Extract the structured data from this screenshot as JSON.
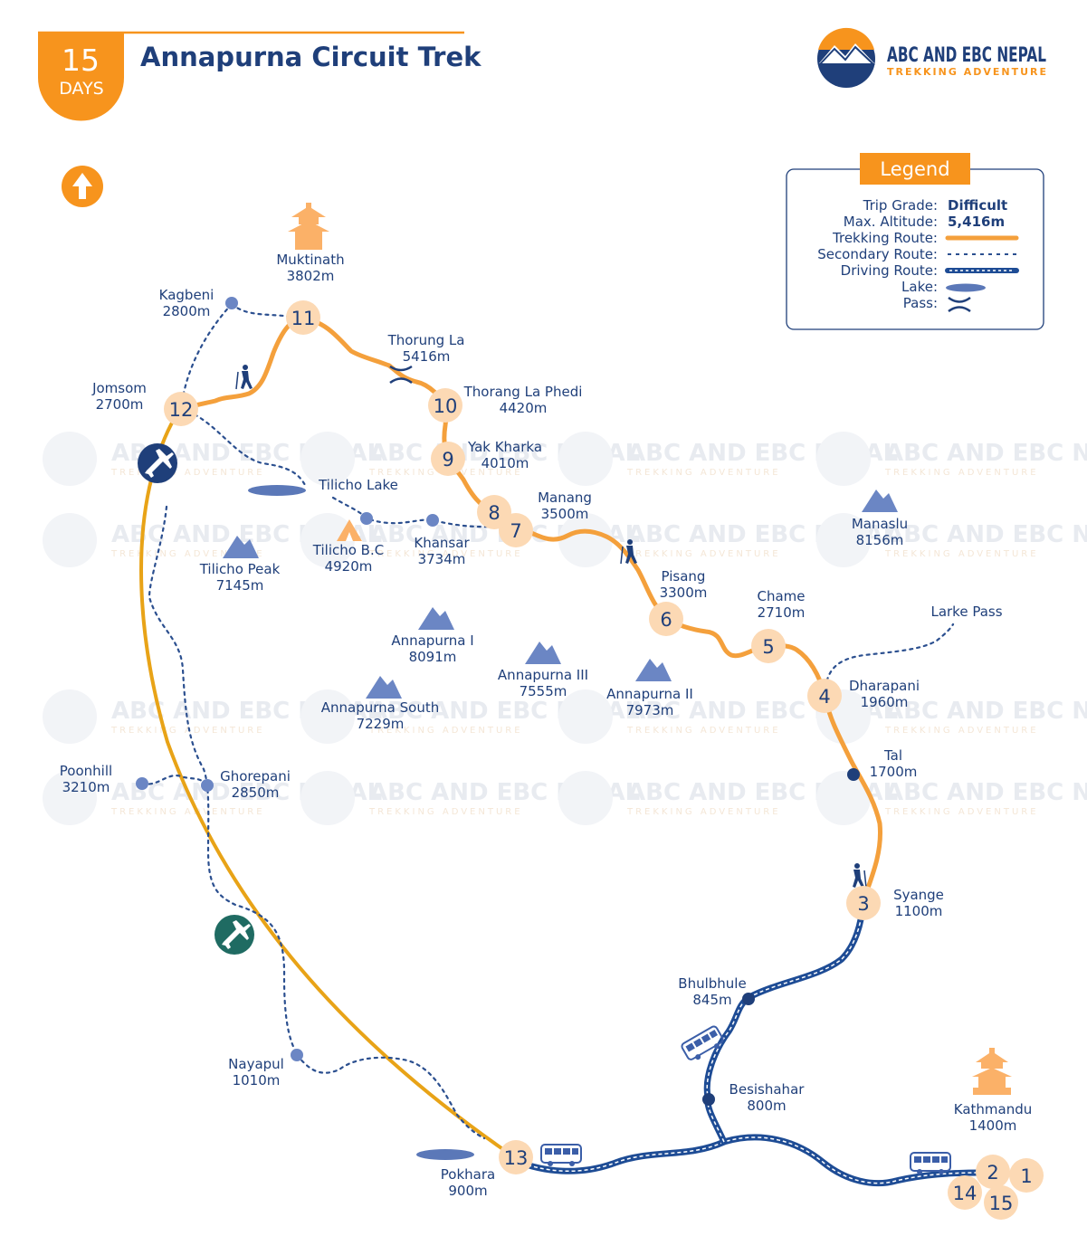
{
  "header": {
    "days_number": "15",
    "days_label": "DAYS",
    "title": "Annapurna Circuit Trek"
  },
  "brand": {
    "name": "ABC AND EBC NEPAL",
    "tagline": "TREKKING ADVENTURE"
  },
  "legend": {
    "title": "Legend",
    "trip_grade_label": "Trip Grade:",
    "trip_grade_value": "Difficult",
    "max_altitude_label": "Max. Altitude:",
    "max_altitude_value": "5,416m",
    "trekking_route_label": "Trekking Route:",
    "secondary_route_label": "Secondary Route:",
    "driving_route_label": "Driving Route:",
    "lake_label": "Lake:",
    "pass_label": "Pass:"
  },
  "places": [
    {
      "name": "Muktinath",
      "alt": "3802m"
    },
    {
      "name": "Kagbeni",
      "alt": "2800m"
    },
    {
      "name": "Thorung La",
      "alt": "5416m"
    },
    {
      "name": "Jomsom",
      "alt": "2700m"
    },
    {
      "name": "Thorang La Phedi",
      "alt": "4420m"
    },
    {
      "name": "Yak Kharka",
      "alt": "4010m"
    },
    {
      "name": "Tilicho Lake",
      "alt": ""
    },
    {
      "name": "Manang",
      "alt": "3500m"
    },
    {
      "name": "Manaslu",
      "alt": "8156m"
    },
    {
      "name": "Tilicho B.C",
      "alt": "4920m"
    },
    {
      "name": "Khansar",
      "alt": "3734m"
    },
    {
      "name": "Tilicho Peak",
      "alt": "7145m"
    },
    {
      "name": "Pisang",
      "alt": "3300m"
    },
    {
      "name": "Chame",
      "alt": "2710m"
    },
    {
      "name": "Larke Pass",
      "alt": ""
    },
    {
      "name": "Annapurna I",
      "alt": "8091m"
    },
    {
      "name": "Annapurna III",
      "alt": "7555m"
    },
    {
      "name": "Annapurna II",
      "alt": "7973m"
    },
    {
      "name": "Dharapani",
      "alt": "1960m"
    },
    {
      "name": "Annapurna South",
      "alt": "7229m"
    },
    {
      "name": "Tal",
      "alt": "1700m"
    },
    {
      "name": "Poonhill",
      "alt": "3210m"
    },
    {
      "name": "Ghorepani",
      "alt": "2850m"
    },
    {
      "name": "Syange",
      "alt": "1100m"
    },
    {
      "name": "Bhulbhule",
      "alt": "845m"
    },
    {
      "name": "Besishahar",
      "alt": "800m"
    },
    {
      "name": "Nayapul",
      "alt": "1010m"
    },
    {
      "name": "Kathmandu",
      "alt": "1400m"
    },
    {
      "name": "Pokhara",
      "alt": "900m"
    }
  ],
  "stops": [
    "1",
    "2",
    "3",
    "4",
    "5",
    "6",
    "7",
    "8",
    "9",
    "10",
    "11",
    "12",
    "13",
    "14",
    "15"
  ],
  "icons": [
    "north-arrow-icon",
    "monastery-icon",
    "pass-icon",
    "hiker-icon",
    "mountain-icon",
    "camp-tent-icon",
    "flight-icon",
    "bus-icon",
    "temple-icon",
    "lake-icon"
  ],
  "colors": {
    "trekking_route": "#f4a03c",
    "secondary_route": "#2b4f8f",
    "driving_route": "#1e4c95",
    "flight_route": "#e8a317",
    "stop_circle": "#fcd9b4",
    "text": "#1f3f7a",
    "accent_orange": "#f7941d",
    "lake": "#5b78b8",
    "mountain": "#6b86c4"
  }
}
